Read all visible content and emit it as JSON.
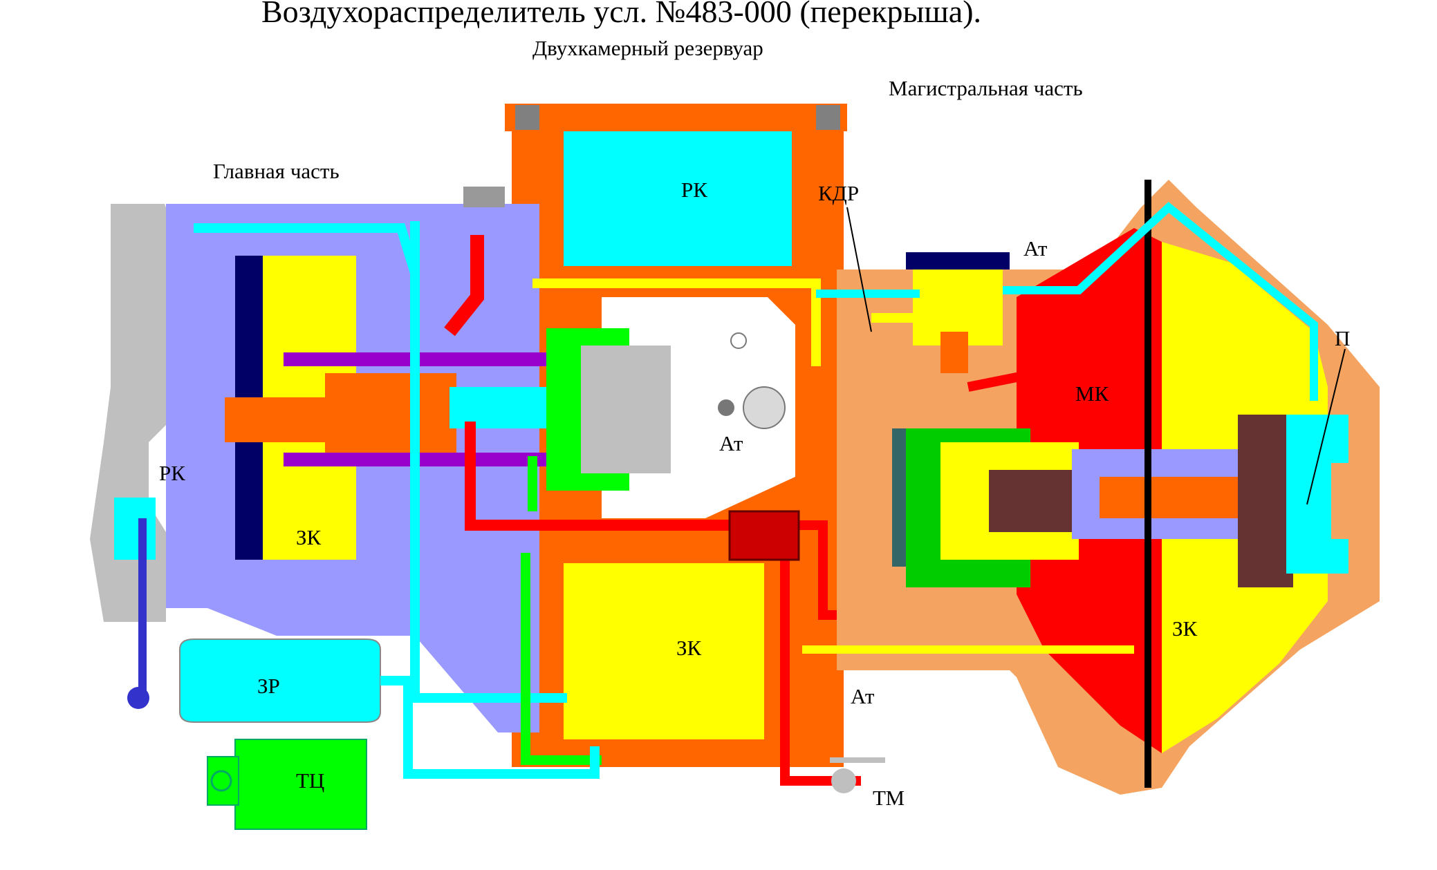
{
  "title": "Воздухораспределитель усл. №483-000 (перекрыша).",
  "subtitle": "Двухкамерный резервуар",
  "parts": {
    "main": "Главная часть",
    "magistral": "Магистральная часть"
  },
  "labels": {
    "rk_top": "РК",
    "rk_left": "РК",
    "zk_left": "ЗК",
    "zk_center": "ЗК",
    "zk_right": "ЗК",
    "kdr": "КДР",
    "mk": "МК",
    "at_center": "Ат",
    "at_top": "Ат",
    "at_bottom": "Ат",
    "p": "П",
    "zr": "ЗР",
    "tc": "ТЦ",
    "tm": "ТМ"
  },
  "colors": {
    "orange_body": "#FF6600",
    "light_orange": "#F4A460",
    "lavender": "#9999FF",
    "cyan": "#00FFFF",
    "yellow": "#FFFF00",
    "red": "#FF0000",
    "green": "#00FF00",
    "navy": "#000066",
    "purple": "#9900CC",
    "gray": "#BFBFBF",
    "brown": "#663333"
  }
}
